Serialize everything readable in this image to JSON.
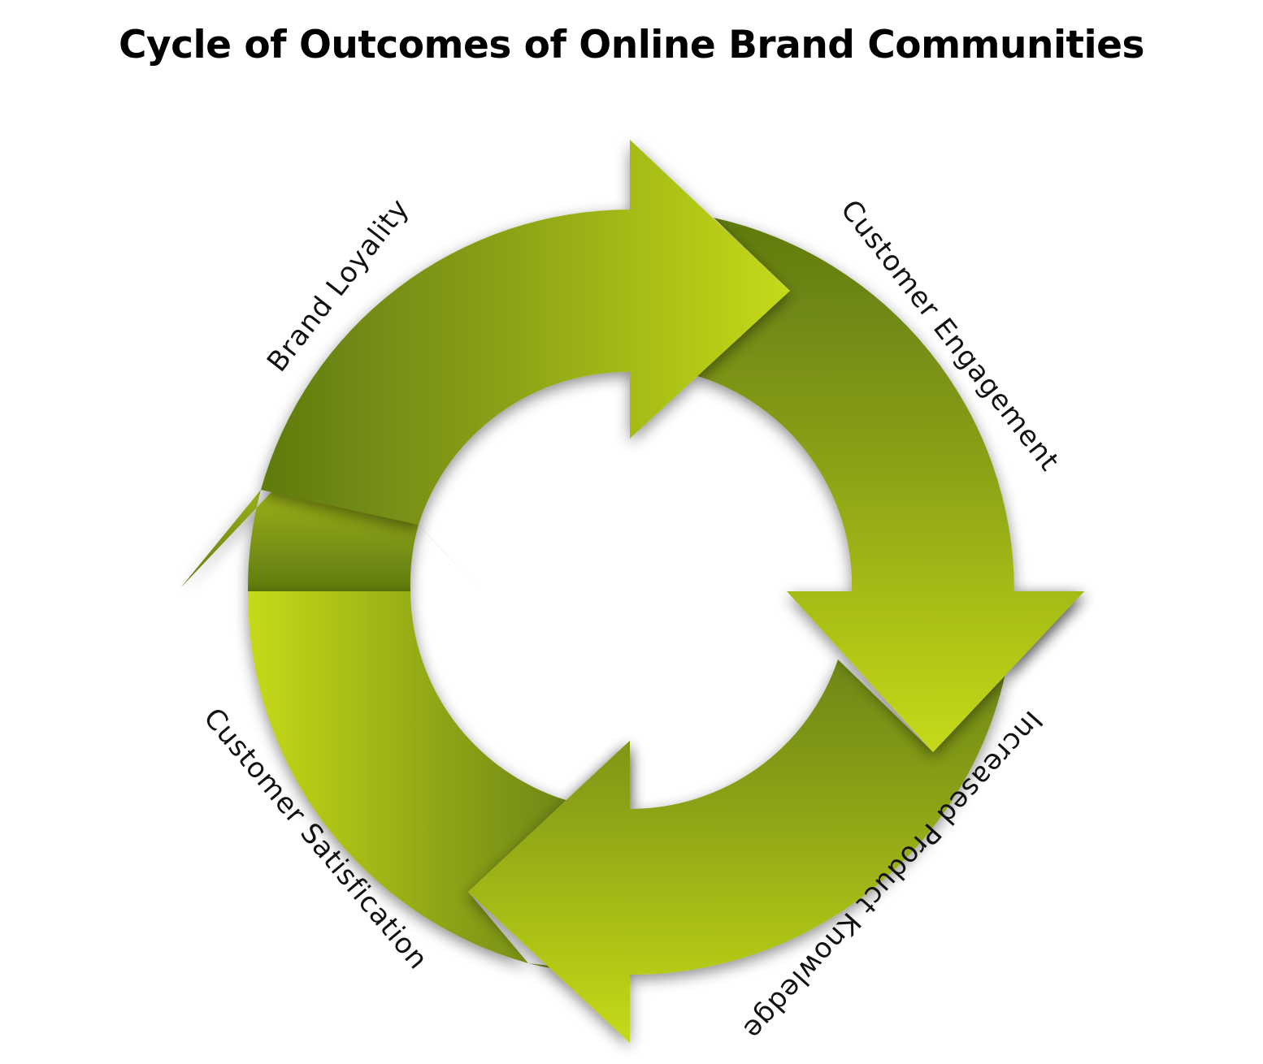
{
  "title": "Cycle of Outcomes of Online Brand Communities",
  "stages": [
    {
      "label": "Brand Loyality"
    },
    {
      "label": "Customer Engagement"
    },
    {
      "label": "Increased Product Knowledge"
    },
    {
      "label": "Customer Satisfication"
    }
  ],
  "colors": {
    "arrow_light": "#c6da1a",
    "arrow_mid": "#98ab16",
    "arrow_dark": "#5f7a10",
    "text": "#111111"
  }
}
